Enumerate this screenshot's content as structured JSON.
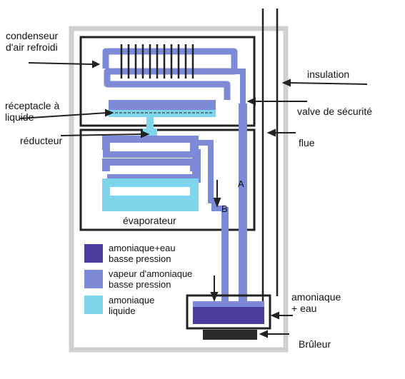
{
  "labels": {
    "condenseur": "condenseur\nd'air refroidi",
    "receptacle": "réceptacle à\nliquide",
    "reducteur": "réducteur",
    "insulation": "insulation",
    "valve": "valve de sécurité",
    "flue": "flue",
    "evaporateur": "évaporateur",
    "amoniaque_eau": "amoniaque\n+ eau",
    "bruleur": "Brûleur",
    "pipe_a": "A",
    "pipe_b": "B"
  },
  "legend": [
    {
      "text": "amoniaque+eau\nbasse pression",
      "color": "#4a3c9c"
    },
    {
      "text": "vapeur d'amoniaque\nbasse pression",
      "color": "#7c8ad8"
    },
    {
      "text": "amoniaque\nliquide",
      "color": "#7fd6ec"
    }
  ],
  "colors": {
    "vapor": "#7c8ad8",
    "liquid": "#7fd6ec",
    "mix": "#4a3c9c",
    "cabinet": "#cfcfcf",
    "burner": "#2a2a2a"
  }
}
